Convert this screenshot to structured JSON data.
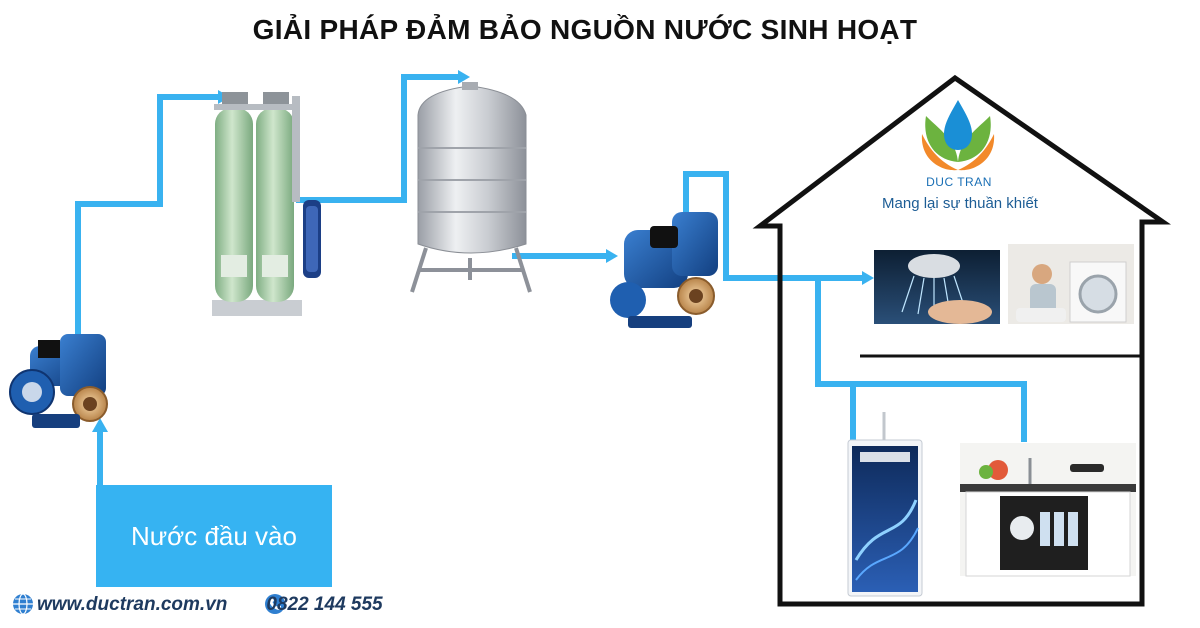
{
  "header": {
    "title": "GIẢI PHÁP ĐẢM BẢO NGUỒN NƯỚC SINH HOẠT"
  },
  "input": {
    "label": "Nước đầu vào"
  },
  "brand": {
    "name": "DUC TRAN",
    "slogan": "Mang lại sự thuần khiết"
  },
  "footer": {
    "website": "www.ductran.com.vn",
    "phone": "0822 144 555"
  },
  "colors": {
    "pipe": "#39b2f0",
    "pump": "#1f5fb0",
    "filter_tank": "#9cc79e",
    "steel": "#c4c7cc",
    "house_outline": "#111111",
    "logo_green": "#6cb33f",
    "logo_orange": "#f2892a",
    "logo_blue": "#1a8fd6"
  },
  "icons": [
    "globe-icon",
    "phone-icon",
    "water-drop-logo-icon"
  ]
}
